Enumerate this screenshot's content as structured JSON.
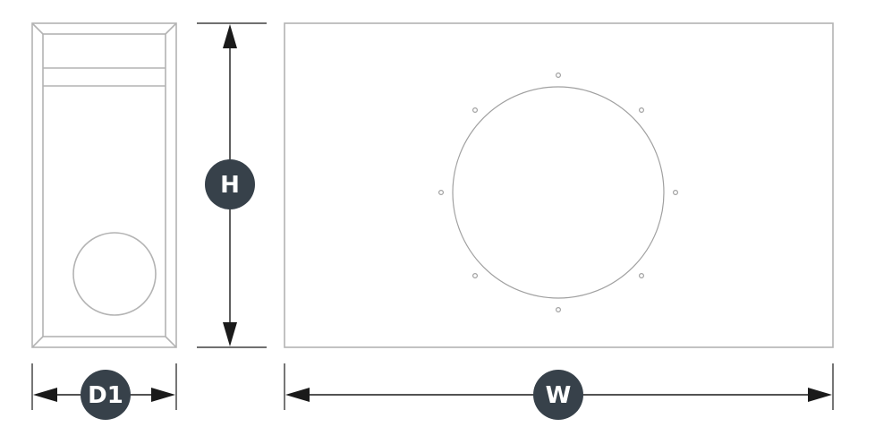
{
  "labels": {
    "height": "H",
    "depth": "D1",
    "width": "W"
  },
  "colors": {
    "outline": "#b3b3b3",
    "dimension": "#1a1a1a",
    "badge": "#37414a",
    "badge_text": "#ffffff"
  }
}
